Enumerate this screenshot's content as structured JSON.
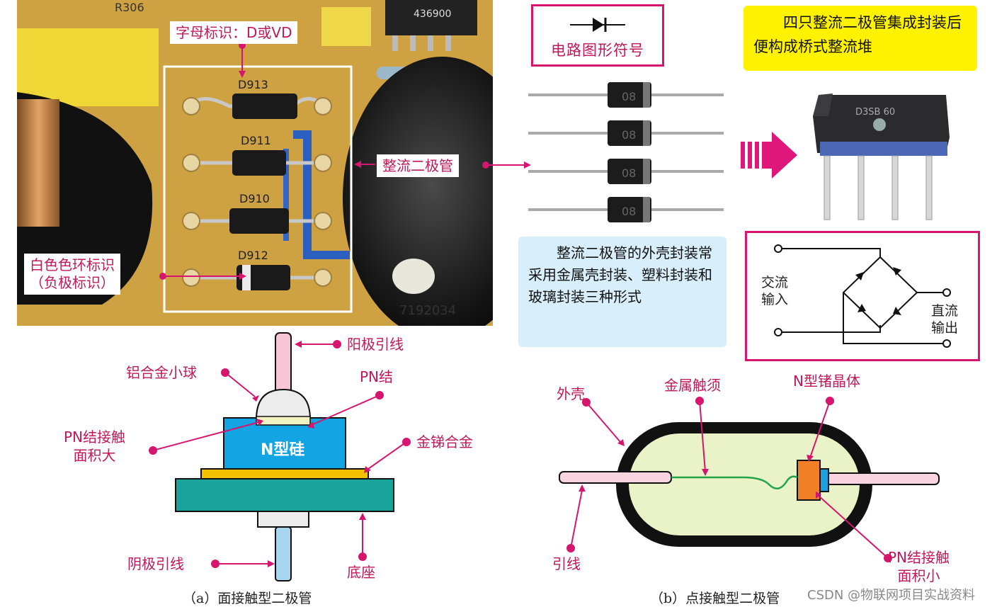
{
  "photo": {
    "pcb_label_r": "R306",
    "ic_code": "436900",
    "board_code": "7192034",
    "diodes": [
      "D913",
      "D911",
      "D910",
      "D912"
    ]
  },
  "labels": {
    "letter_id": "字母标识：D或VD",
    "white_ring": "白色色环标识",
    "negative_mark": "（负极标识）",
    "rectifier_diode": "整流二极管",
    "symbol_caption": "电路图形符号",
    "bridge_note": "四只整流二极管集成封装后便构成桥式整流堆",
    "bridge_part": "D3SB 60",
    "package_note": "整流二极管的外壳封装常采用金属壳封装、塑料封装和玻璃封装三种形式",
    "diode_body_code": "08",
    "ac_input_1": "交流",
    "ac_input_2": "输入",
    "dc_output_1": "直流",
    "dc_output_2": "输出"
  },
  "junction": {
    "anode_lead": "阳极引线",
    "al_ball": "铝合金小球",
    "pn_junction": "PN结",
    "pn_large_1": "PN结接触",
    "pn_large_2": "面积大",
    "n_silicon": "N型硅",
    "au_sb_alloy": "金锑合金",
    "cathode_lead": "阴极引线",
    "base": "底座",
    "caption": "（a）面接触型二极管"
  },
  "point": {
    "shell": "外壳",
    "whisker": "金属触须",
    "n_germanium": "N型锗晶体",
    "lead": "引线",
    "pn_small_1": "PN结接触",
    "pn_small_2": "面积小",
    "caption": "（b）点接触型二极管"
  },
  "watermark": "CSDN @物联网项目实战资料",
  "colors": {
    "accent": "#d6166e",
    "n_silicon": "#12a4e3",
    "base": "#1aa39a",
    "alloy": "#f5c200",
    "germanium": "#f07f26",
    "glass": "#eaf2c8"
  }
}
